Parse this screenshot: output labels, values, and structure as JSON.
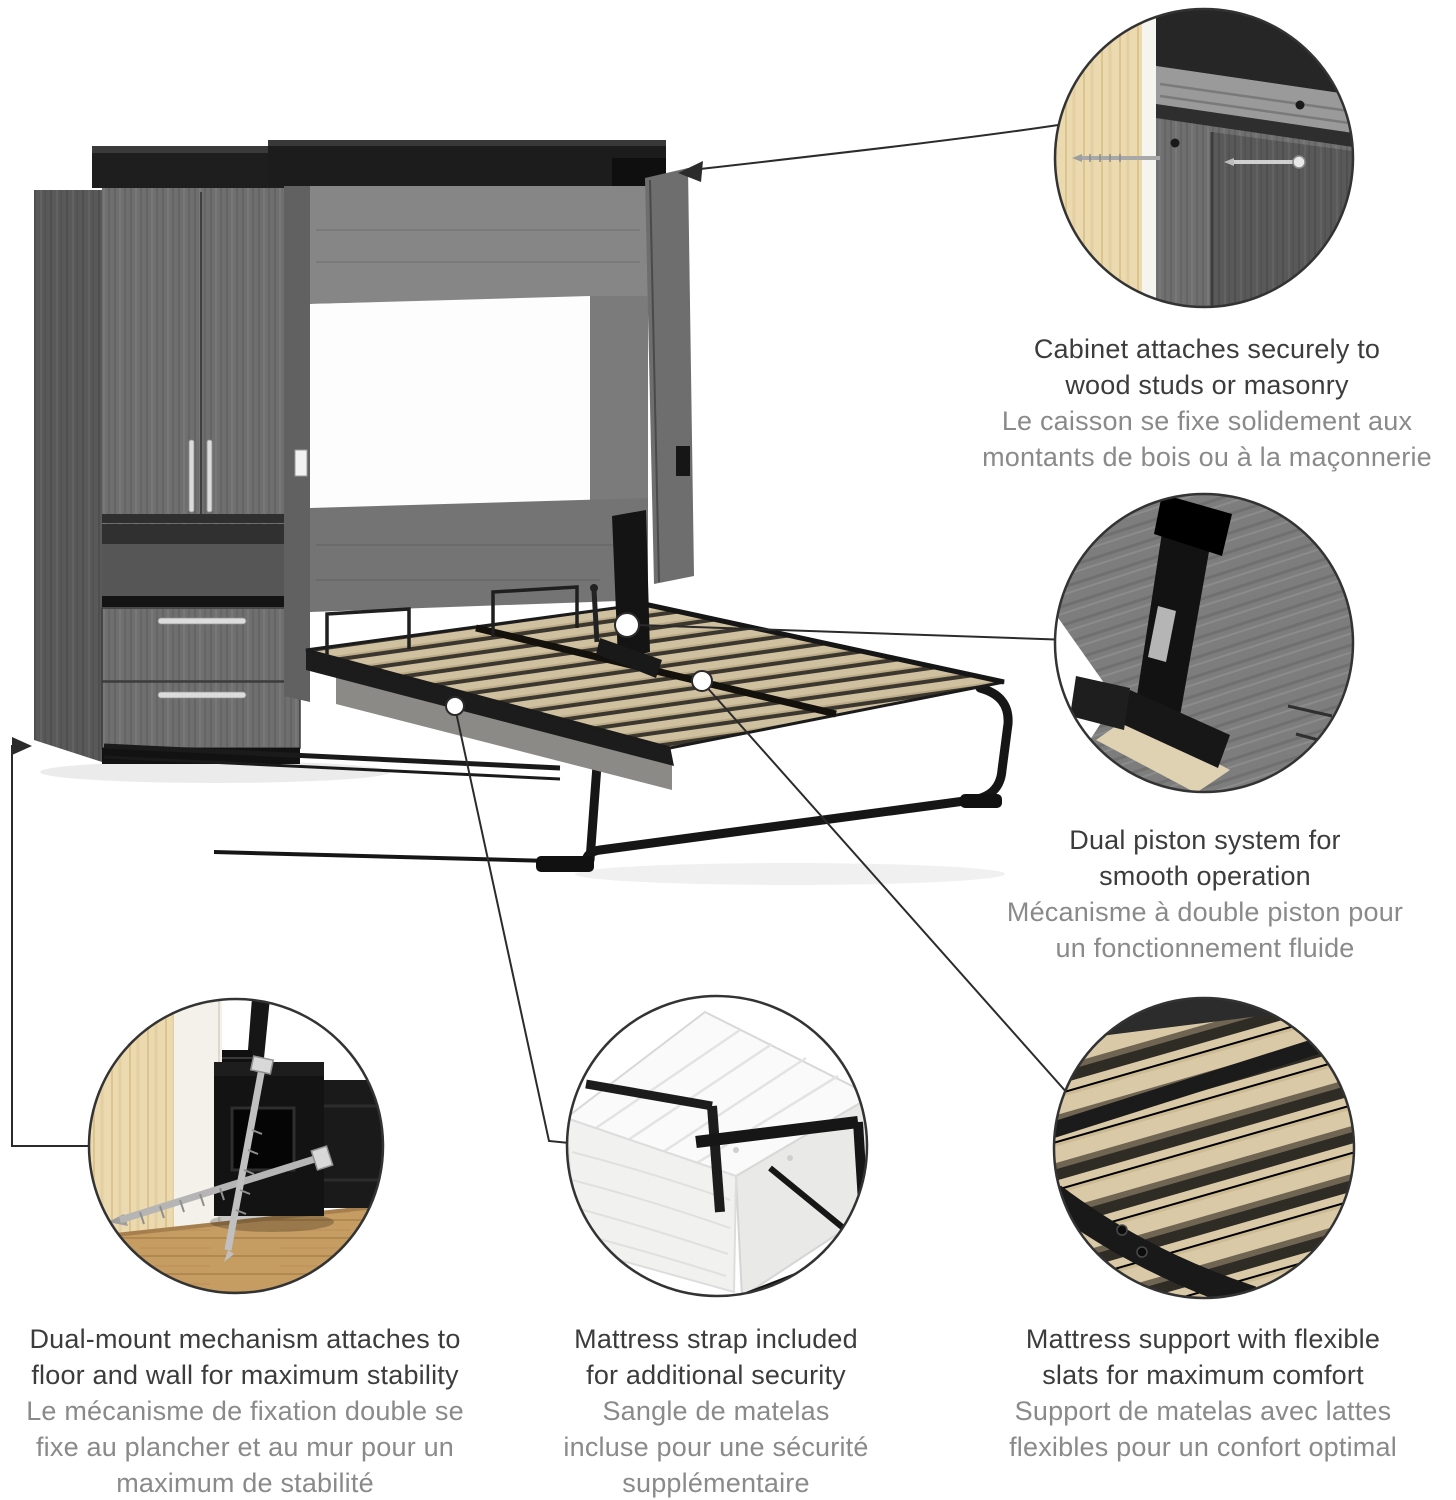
{
  "callouts": [
    {
      "id": "cabinet-attachment",
      "en_lines": [
        "Cabinet attaches securely to",
        "wood studs or masonry"
      ],
      "fr_lines": [
        "Le caisson se fixe solidement aux",
        "montants de bois ou à la maçonnerie"
      ]
    },
    {
      "id": "dual-piston",
      "en_lines": [
        "Dual piston system for",
        "smooth operation"
      ],
      "fr_lines": [
        "Mécanisme à double piston pour",
        "un fonctionnement fluide"
      ]
    },
    {
      "id": "dual-mount",
      "en_lines": [
        "Dual-mount mechanism attaches to",
        "floor and wall for maximum stability"
      ],
      "fr_lines": [
        "Le mécanisme de fixation double se",
        "fixe au plancher et au mur pour un",
        "maximum de stabilité"
      ]
    },
    {
      "id": "mattress-strap",
      "en_lines": [
        "Mattress strap included",
        "for additional security"
      ],
      "fr_lines": [
        "Sangle de matelas",
        "incluse pour une sécurité",
        "supplémentaire"
      ]
    },
    {
      "id": "mattress-support",
      "en_lines": [
        "Mattress support with flexible",
        "slats for maximum comfort"
      ],
      "fr_lines": [
        "Support de matelas avec lattes",
        "flexibles pour un confort optimal"
      ]
    }
  ],
  "colors": {
    "background": "#ffffff",
    "text_primary": "#3c3c3c",
    "text_secondary": "#8a8a8a",
    "leader_line": "#2b2b2b",
    "cabinet_gray": "#6f6f6f",
    "cabinet_black": "#1c1c1c",
    "slat_wood": "#cfc0a0",
    "stud_wood": "#e9d7ad",
    "floor_wood": "#c59c62",
    "metal_silver": "#c0c0c0"
  }
}
